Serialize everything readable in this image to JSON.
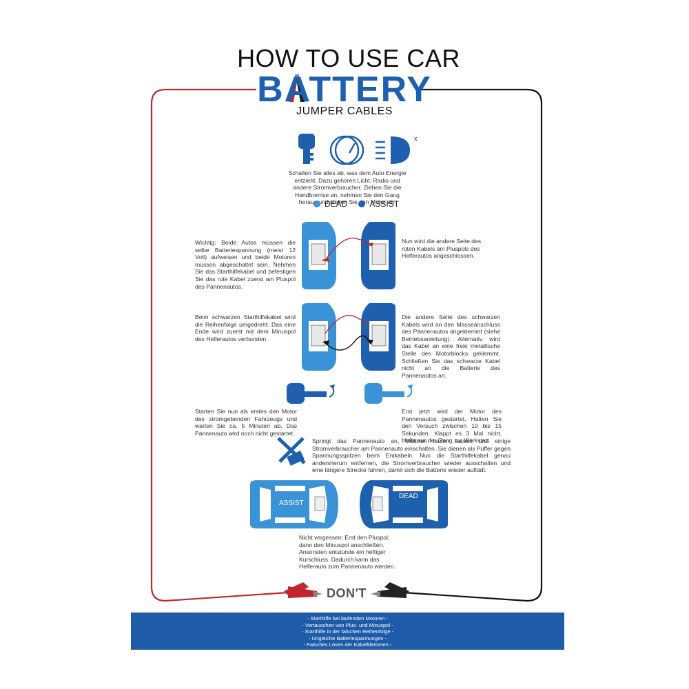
{
  "header": {
    "title_line1": "HOW TO USE CAR",
    "title_line2": "BATTERY",
    "title_line3": "JUMPER CABLES"
  },
  "colors": {
    "dead": "#3a93d6",
    "assist": "#1e5fae",
    "red_cable": "#c0272d",
    "black_cable": "#111111",
    "banner": "#1e5ba8"
  },
  "icons": [
    "key-icon",
    "speedometer-icon",
    "headlight-icon"
  ],
  "intro_text": "Schalten Sie alles ab, was dem Auto Energie entzieht. Dazu gehören Licht, Radio und andere Stromverbraucher. Ziehen Sie die Handbremse an, nehmen Sie den Gang heraus und stellen Sie den Motor ab.",
  "legend": {
    "dead": "DEAD",
    "assist": "ASSIST"
  },
  "steps": {
    "step1_left": "Wichtig: Beide Autos müssen die selbe Batteriespannung (meist 12 Volt) aufweisen und beide Motoren müssen abgeschaltet sein. Nehmen Sie das Starthilfekabel und befestigen Sie das rote Kabel zuerst am Pluspol des Pannenautos.",
    "step1_right": "Nun wird die andere Seite des roten Kabels am Pluspols des Helferautos angeschlossen.",
    "step2_left": "Beim schwarzen Starthilfekabel wird die Reihenfolge umgedreht. Das eine Ende wird zuerst mit dem Minuspol des Helferautos verbunden.",
    "step2_right": "Die andere Seite des schwarzen Kabels wird an den Masseanschluss des Pannenautos angeklemmt (siehe Betriebsanleitung). Alternativ wird das Kabel an eine freie metallische Stelle des Motorblocks geklemmt. Schließen Sie das schwarze Kabel nicht an die Batterie des Pannenautos an.",
    "step3_left": "Starten Sie nun als erstes den Motor des stromgebenden Fahrzeugs und warten Sie ca. 5 Minuten ab. Das Pannenauto wird noch nicht gestartet.",
    "step3_right": "Erst jetzt wird der Motor des Pannenautos gestartet. Halten Sie den Versuch zwischen 10 bis 15 Sekunden. Klappt es 3 Mal nicht, bleibt nur der Gang zur Werkstatt.",
    "step4": "Springt das Pannenauto an, Motoren laufen lassen und einige Stromverbraucher am Pannenauto einschalten. Sie dienen als Puffer gegen Spannungsspitzen beim Entkabeln. Nun die Starthilfekabel genau andersherum entfernen, die Stromverbraucher wieder ausschalten und eine längere Strecke fahren, damit sich die Batterie wieder auflädt.",
    "step5": "Nicht vergessen: Erst den Pluspol, dann den Minuspol anschließen. Ansonsten entstünde ein heftiger Kurschluss. Dadurch kann das Helferauto zum Pannenauto werden."
  },
  "car_labels": {
    "assist": "ASSIST",
    "dead": "DEAD"
  },
  "dont": {
    "title": "DON'T",
    "items": [
      "- Starthilfe bei laufenden Motoren -",
      "- Vertauschen von Plus- und Minuspol -",
      "- Starthilfe in der falschen Reihenfolge -",
      "- Ungleiche Batteriespannungen -",
      "- Falsches Lösen der Kabelklemmen -"
    ]
  }
}
